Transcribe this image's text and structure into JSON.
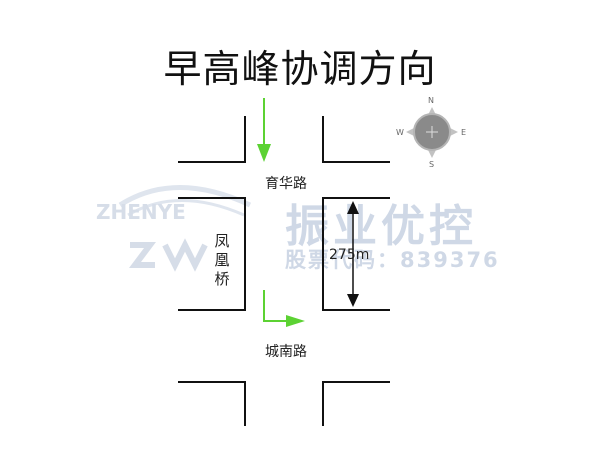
{
  "title": "早高峰协调方向",
  "roads": {
    "top": "育华路",
    "bottom": "城南路",
    "left_vertical": "凤凰桥"
  },
  "distance_label": "275m",
  "compass": {
    "n": "N",
    "s": "S",
    "e": "E",
    "w": "W"
  },
  "watermark": {
    "logo_text": "ZHENYE",
    "brand": "振业优控",
    "phone": "股票代码：839376"
  },
  "colors": {
    "arrow_green": "#5cd233",
    "road_line": "#111111",
    "compass_disc": "#8a8a8a",
    "watermark": "#cfd8e6"
  }
}
